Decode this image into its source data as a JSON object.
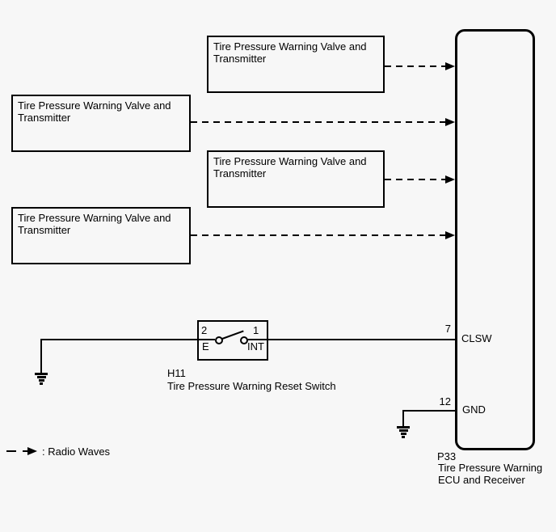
{
  "diagram": {
    "background": "#f7f7f7",
    "line_color": "#000000"
  },
  "transmitters": [
    {
      "label": "Tire Pressure Warning Valve and Transmitter"
    },
    {
      "label": "Tire Pressure Warning Valve and Transmitter"
    },
    {
      "label": "Tire Pressure Warning Valve and Transmitter"
    },
    {
      "label": "Tire Pressure Warning Valve and Transmitter"
    }
  ],
  "reset_switch": {
    "code": "H11",
    "name": "Tire Pressure Warning Reset Switch",
    "left_terminal": {
      "number": "2",
      "label": "E"
    },
    "right_terminal": {
      "number": "1",
      "label": "INT"
    }
  },
  "ecu": {
    "code": "P33",
    "name": "Tire Pressure Warning ECU and Receiver",
    "pins": [
      {
        "number": "7",
        "label": "CLSW"
      },
      {
        "number": "12",
        "label": "GND"
      }
    ]
  },
  "legend": {
    "radio_waves_label": ": Radio Waves"
  }
}
